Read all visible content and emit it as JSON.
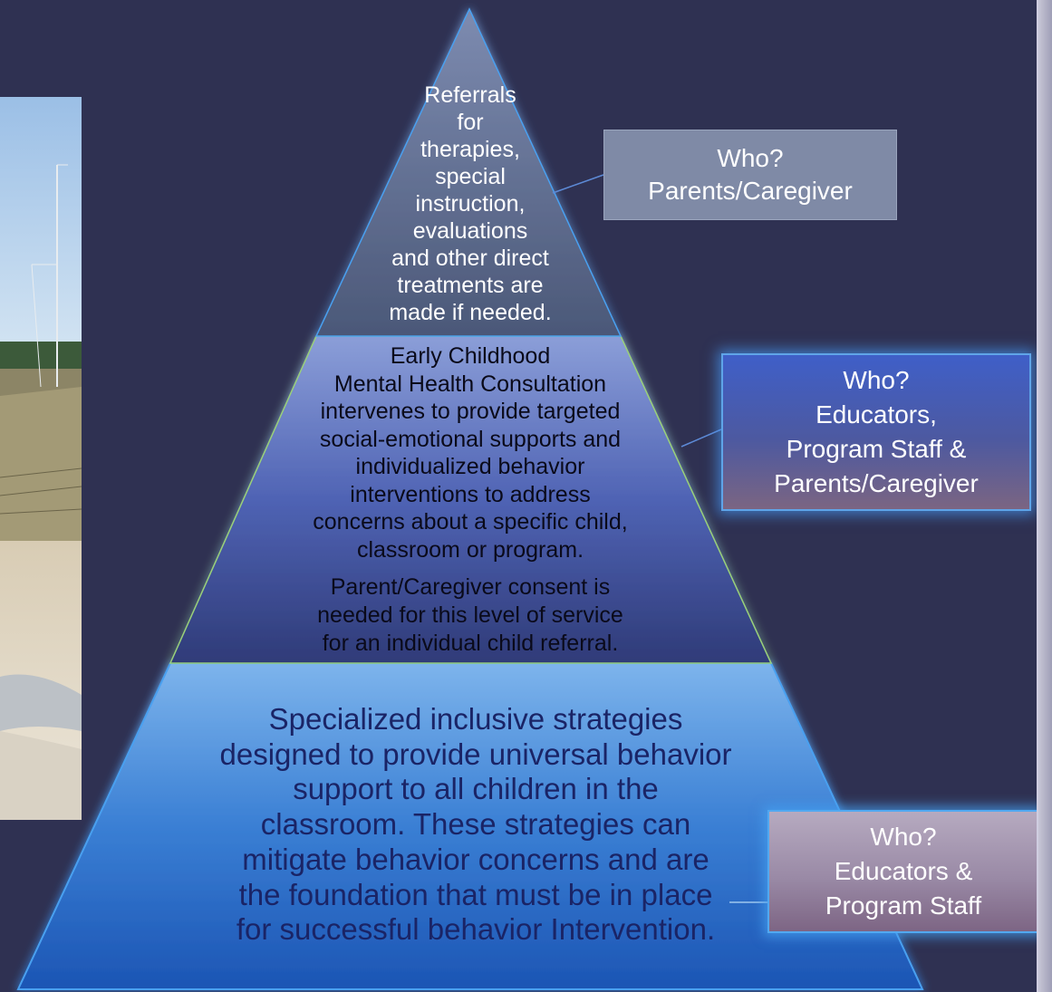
{
  "pyramid": {
    "top_tier": {
      "lines": [
        "Referrals",
        "for",
        "therapies,",
        "special",
        "instruction,",
        "evaluations",
        "and other direct",
        "treatments are",
        "made if needed."
      ]
    },
    "middle_tier": {
      "lines": [
        "Early Childhood",
        "Mental Health Consultation",
        "intervenes to provide targeted",
        "social-emotional supports and",
        "individualized behavior",
        "interventions to address",
        "concerns about a specific child,",
        "classroom or program."
      ],
      "consent_lines": [
        "Parent/Caregiver consent is",
        "needed for this level of service",
        "for an individual child referral."
      ]
    },
    "bottom_tier": {
      "lines": [
        "Specialized inclusive strategies",
        "designed to provide universal behavior",
        "support to all children in the",
        "classroom. These strategies can",
        "mitigate behavior concerns and are",
        "the foundation that must be in place",
        "for successful behavior Intervention."
      ]
    }
  },
  "who_boxes": [
    {
      "lines": [
        "Who?",
        "Parents/Caregiver"
      ]
    },
    {
      "lines": [
        "Who?",
        "Educators,",
        "Program Staff &",
        "Parents/Caregiver"
      ]
    },
    {
      "lines": [
        "Who?",
        "Educators &",
        "Program Staff"
      ]
    }
  ],
  "colors": {
    "background": "#2f3152",
    "top_tier": "#5b6a90",
    "middle_tier": "#4f63b4",
    "bottom_tier": "#3a7fd4",
    "glow": "#4aa0f0"
  }
}
